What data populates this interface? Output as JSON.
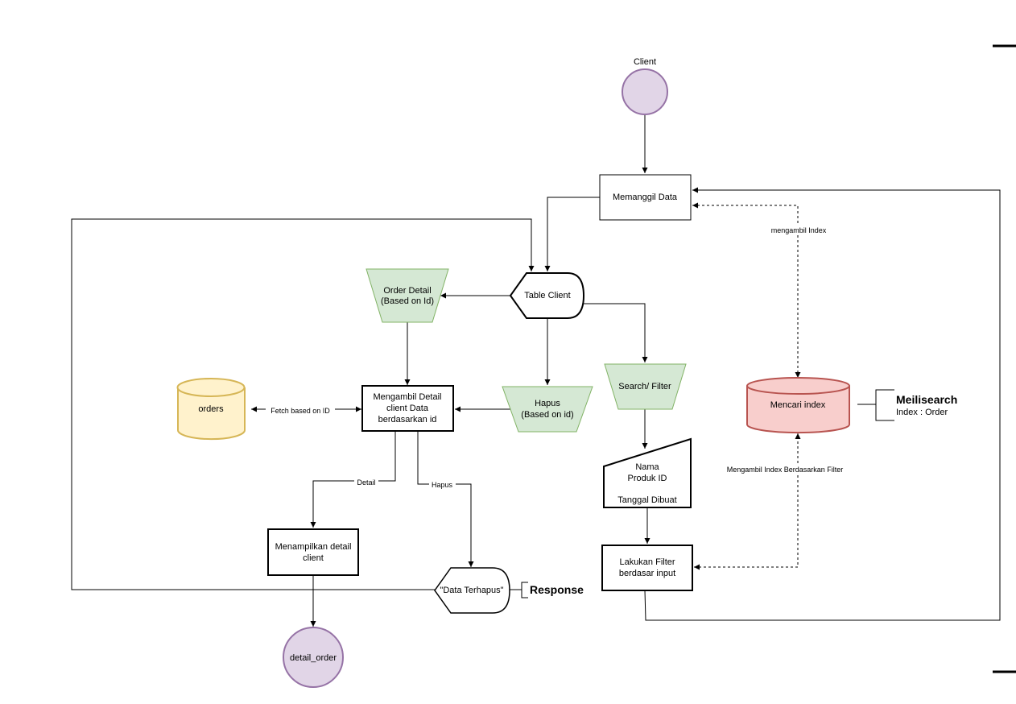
{
  "colors": {
    "purple_fill": "#e1d5e7",
    "purple_stroke": "#9673a6",
    "green_fill": "#d5e8d4",
    "green_stroke": "#82b366",
    "yellow_fill": "#fff2cc",
    "yellow_stroke": "#d6b656",
    "red_fill": "#f8cecc",
    "red_stroke": "#b85450"
  },
  "nodes": {
    "client_label": "Client",
    "memanggil_data": "Memanggil Data",
    "table_client": "Table Client",
    "order_detail": [
      "Order Detail",
      "(Based on Id)"
    ],
    "mengambil_detail": [
      "Mengambil Detail",
      "client Data",
      "berdasarkan id"
    ],
    "orders": "orders",
    "hapus": [
      "Hapus",
      "(Based on id)"
    ],
    "search_filter": "Search/ Filter",
    "input_fields": [
      "Nama",
      "Produk ID",
      "Tanggal Dibuat"
    ],
    "lakukan_filter": [
      "Lakukan Filter",
      "berdasar input"
    ],
    "mencari_index": "Mencari index",
    "meilisearch_title": "Meilisearch",
    "meilisearch_sub": "Index : Order",
    "menampilkan_detail": [
      "Menampilkan detail",
      "client"
    ],
    "detail_order": "detail_order",
    "data_terhapus": "\"Data Terhapus\"",
    "response": "Response"
  },
  "edges": {
    "mengambil_index": "mengambil Index",
    "fetch_based_on_id": "Fetch based on ID",
    "mengambil_index_filter": "Mengambil Index Berdasarkan Filter",
    "detail": "Detail",
    "hapus": "Hapus"
  }
}
